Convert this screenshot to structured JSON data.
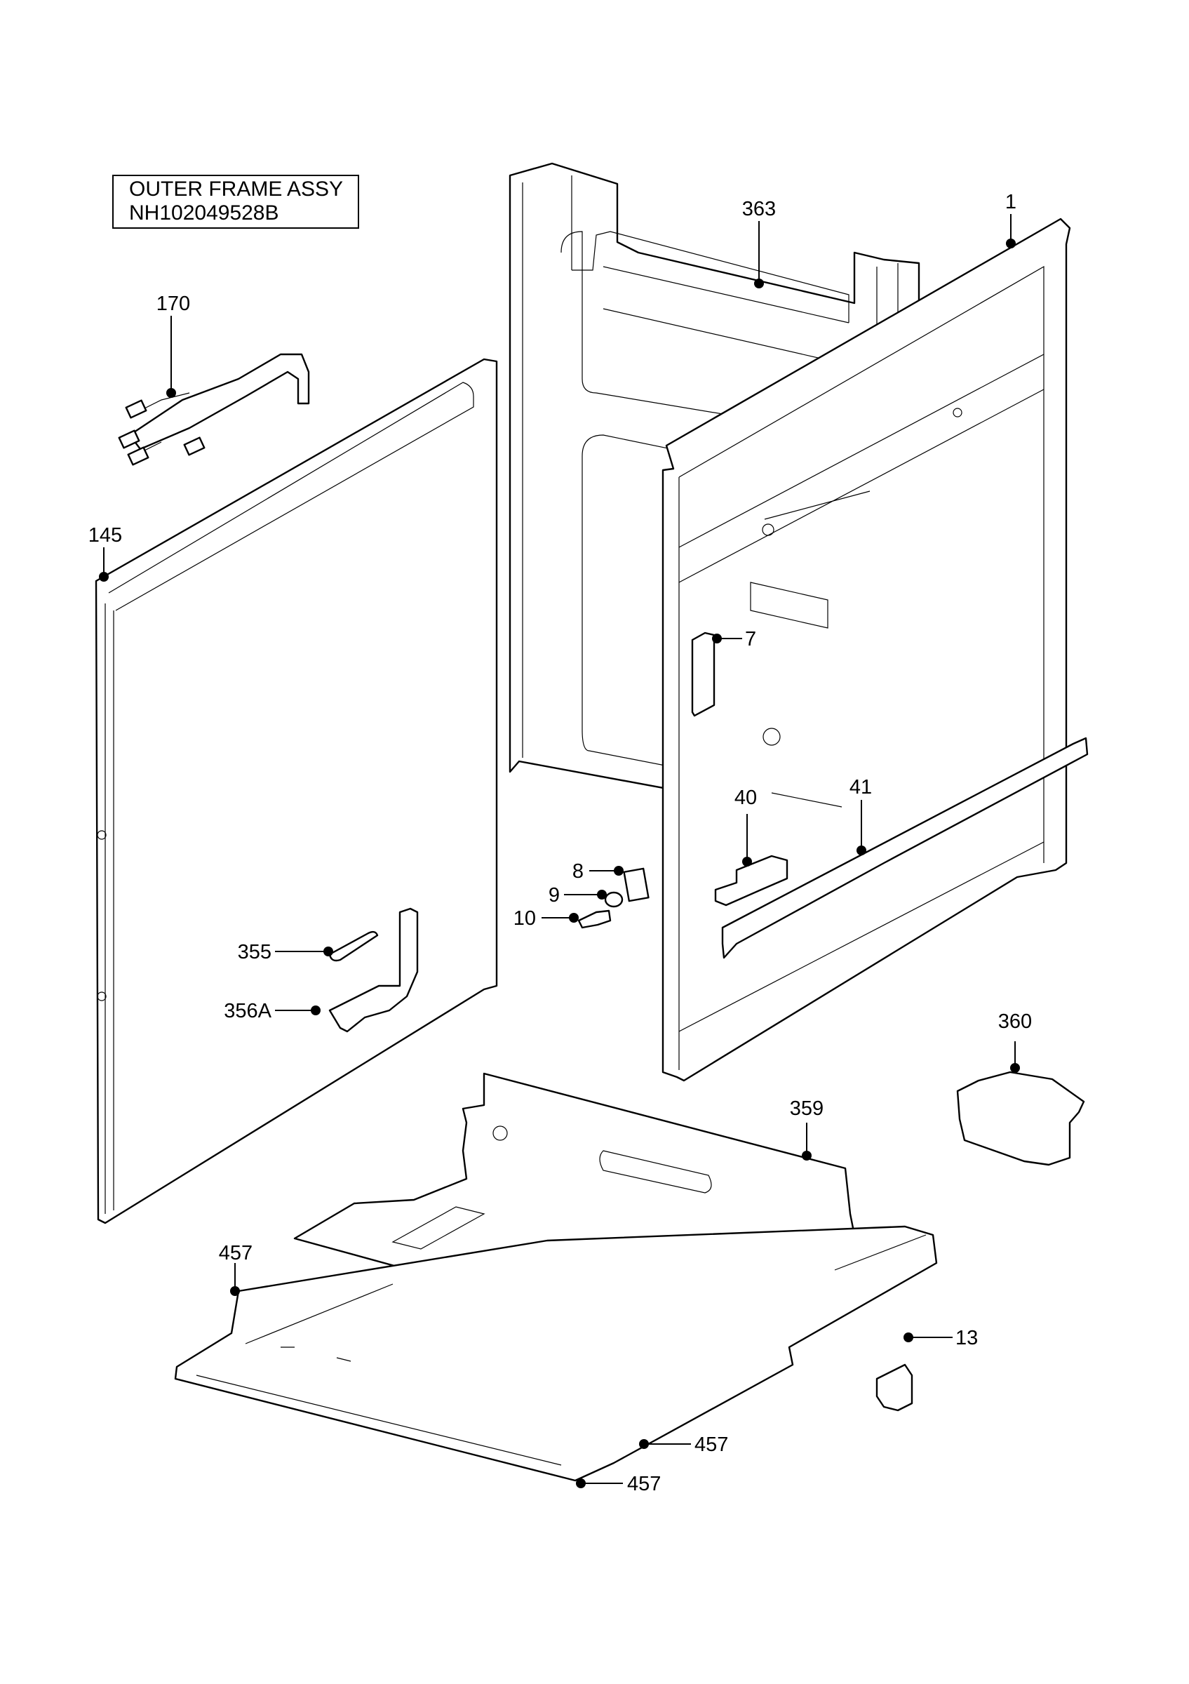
{
  "title": {
    "line1": "OUTER FRAME ASSY",
    "line2": "NH102049528B"
  },
  "callouts": [
    {
      "id": "c363",
      "label": "363"
    },
    {
      "id": "c1",
      "label": "1"
    },
    {
      "id": "c170",
      "label": "170"
    },
    {
      "id": "c145",
      "label": "145"
    },
    {
      "id": "c7",
      "label": "7"
    },
    {
      "id": "c40",
      "label": "40"
    },
    {
      "id": "c41",
      "label": "41"
    },
    {
      "id": "c8",
      "label": "8"
    },
    {
      "id": "c9",
      "label": "9"
    },
    {
      "id": "c10",
      "label": "10"
    },
    {
      "id": "c355",
      "label": "355"
    },
    {
      "id": "c356A",
      "label": "356A"
    },
    {
      "id": "c360",
      "label": "360"
    },
    {
      "id": "c359",
      "label": "359"
    },
    {
      "id": "c457a",
      "label": "457"
    },
    {
      "id": "c13",
      "label": "13"
    },
    {
      "id": "c457b",
      "label": "457"
    },
    {
      "id": "c457c",
      "label": "457"
    }
  ]
}
